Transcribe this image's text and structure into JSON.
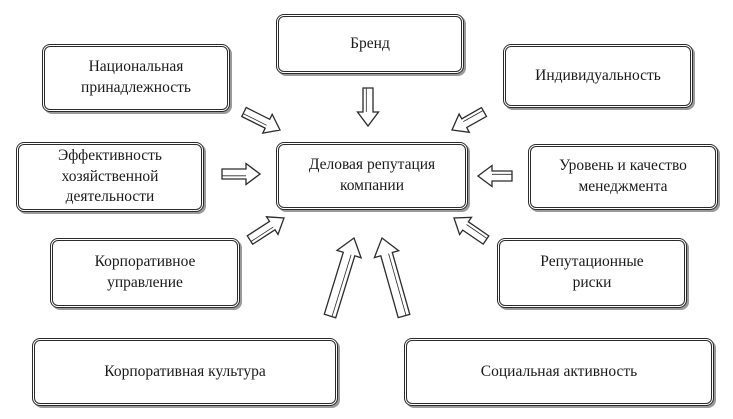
{
  "center": {
    "label": "Деловая репутация\nкомпании"
  },
  "factors": {
    "brand": "Бренд",
    "national": "Национальная\nпринадлежность",
    "individuality": "Индивидуальность",
    "efficiency": "Эффективность\nхозяйственной\nдеятельности",
    "management": "Уровень и качество\nменеджмента",
    "governance": "Корпоративное\nуправление",
    "risks": "Репутационные\nриски",
    "culture": "Корпоративная культура",
    "social": "Социальная активность"
  },
  "colors": {
    "border": "#2b2b2b",
    "shadow": "#9a9a9a",
    "arrow_fill": "#ffffff"
  }
}
